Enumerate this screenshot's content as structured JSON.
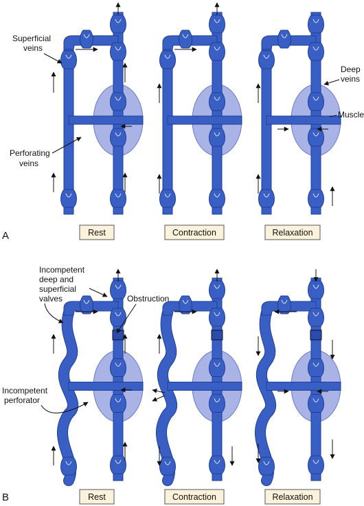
{
  "colors": {
    "vein": "#3a5fc4",
    "vein_dark": "#1f3d94",
    "muscle": "#a9b3e6",
    "muscle_edge": "#6b78c8",
    "state_box": "#fbf2dc"
  },
  "panel_a": {
    "letter": "A",
    "states": [
      "Rest",
      "Contraction",
      "Relaxation"
    ],
    "labels": {
      "superficial_1": "Superficial",
      "superficial_2": "veins",
      "perforating_1": "Perforating",
      "perforating_2": "veins",
      "deep_1": "Deep",
      "deep_2": "veins",
      "muscle": "Muscle"
    }
  },
  "panel_b": {
    "letter": "B",
    "states": [
      "Rest",
      "Contraction",
      "Relaxation"
    ],
    "labels": {
      "incompetent_valves_1": "Incompetent",
      "incompetent_valves_2": "deep and",
      "incompetent_valves_3": "superficial",
      "incompetent_valves_4": "valves",
      "obstruction": "Obstruction",
      "incompetent_perforator_1": "Incompetent",
      "incompetent_perforator_2": "perforator"
    }
  },
  "icons": {
    "flow_arrow": "arrow-icon",
    "valve": "valve-icon"
  }
}
